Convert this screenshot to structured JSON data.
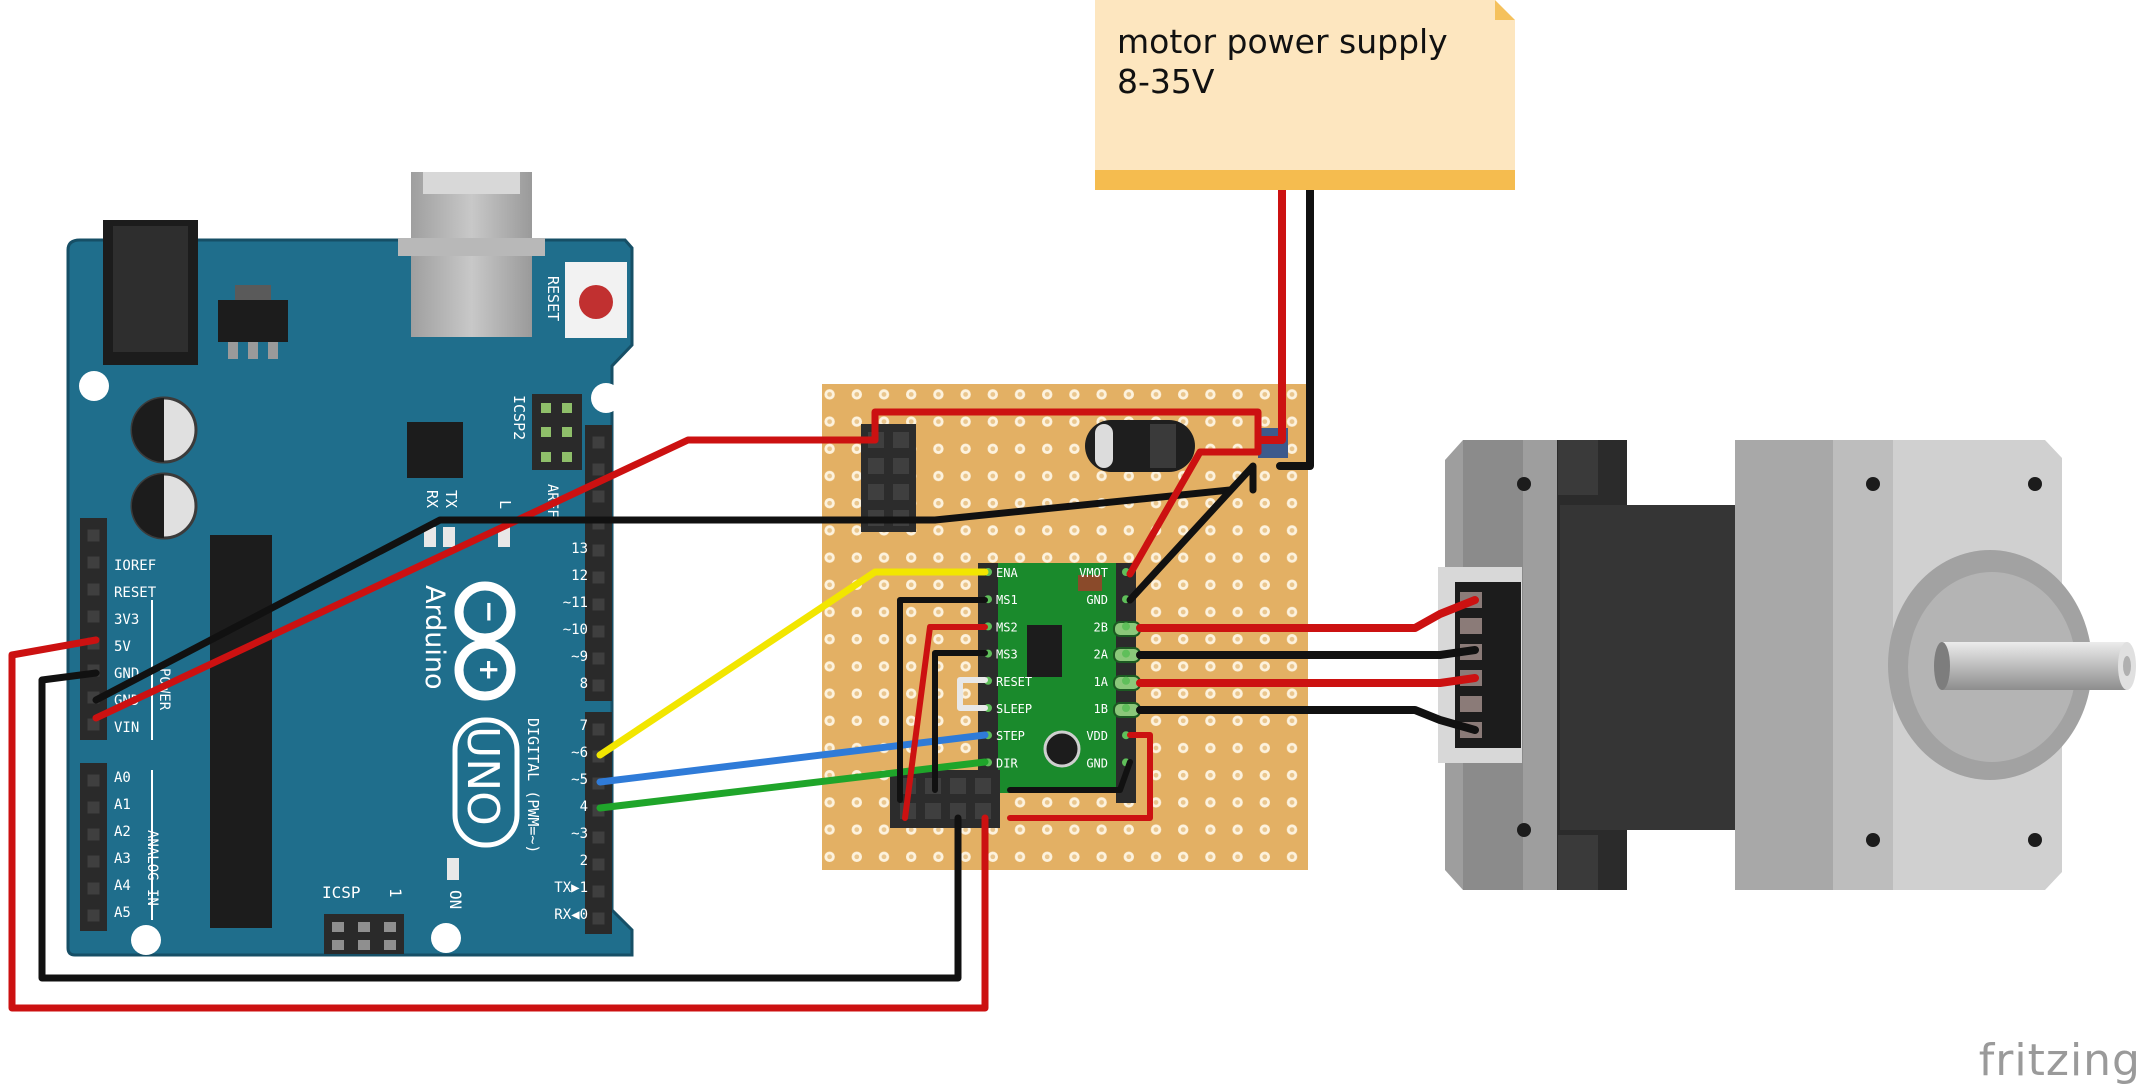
{
  "power_supply": {
    "line1": "motor power supply",
    "line2": "8-35V"
  },
  "arduino": {
    "brand": "Arduino",
    "model": "UNO",
    "reset_label": "RESET",
    "icsp2_label": "ICSP2",
    "icsp_label": "ICSP",
    "icsp_num": "1",
    "on_label": "ON",
    "tx_label": "TX",
    "rx_label": "RX",
    "l_label": "L",
    "aref_label": "AREF",
    "power_pins": [
      "IOREF",
      "RESET",
      "3V3",
      "5V",
      "GND",
      "GND",
      "VIN"
    ],
    "power_label": "POWER",
    "analog_pins": [
      "A0",
      "A1",
      "A2",
      "A3",
      "A4",
      "A5"
    ],
    "analog_label": "ANALOG IN",
    "digital_label": "DIGITAL (PWM=~)",
    "digital_top_pins": [
      "13",
      "12",
      "~11",
      "~10",
      "~9",
      "8"
    ],
    "digital_bottom_pins": [
      "7",
      "~6",
      "~5",
      "4",
      "~3",
      "2",
      "TX▶1",
      "RX◀0"
    ]
  },
  "driver": {
    "left_pins": [
      "ENA",
      "MS1",
      "MS2",
      "MS3",
      "RESET",
      "SLEEP",
      "STEP",
      "DIR"
    ],
    "right_pins": [
      "VMOT",
      "GND",
      "2B",
      "2A",
      "1A",
      "1B",
      "VDD",
      "GND"
    ]
  },
  "watermark": "fritzing",
  "colors": {
    "board_blue": "#1f6e8c",
    "perfboard": "#e3b064",
    "driver_green": "#1a8a2c",
    "wire_red": "#cc1111",
    "wire_black": "#111111",
    "wire_yellow": "#f2e600",
    "wire_blue": "#2f7bd8",
    "wire_green": "#1fa52a",
    "note_fill": "#fde6bf",
    "note_bar": "#f5bc4f"
  }
}
